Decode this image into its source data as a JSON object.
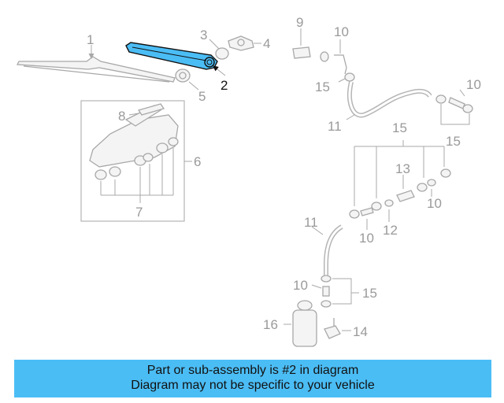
{
  "diagram": {
    "callouts": [
      "1",
      "2",
      "3",
      "4",
      "5",
      "6",
      "7",
      "8",
      "9",
      "10",
      "10",
      "10",
      "10",
      "10",
      "11",
      "11",
      "12",
      "13",
      "14",
      "15",
      "15",
      "15",
      "15",
      "16"
    ],
    "highlight_color": "#4bbdf5"
  },
  "banner": {
    "line1": "Part or sub-assembly is #2 in diagram",
    "line2": "Diagram may not be specific to your vehicle",
    "color": "#4bbdf5"
  }
}
